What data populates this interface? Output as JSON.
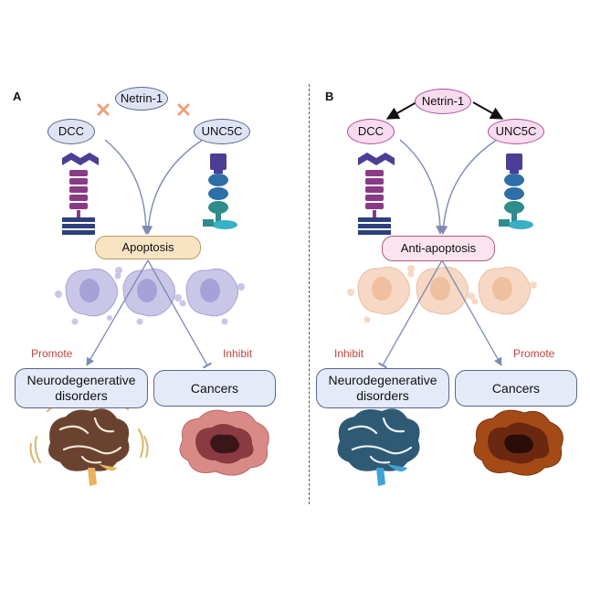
{
  "panel_a": {
    "label": "A",
    "ligand": "Netrin-1",
    "receptor_left": "DCC",
    "receptor_right": "UNC5C",
    "outcome": "Apoptosis",
    "effect_left": "Promote",
    "effect_right": "Inhibit",
    "disease_left": "Neurodegenerative disorders",
    "disease_right": "Cancers"
  },
  "panel_b": {
    "label": "B",
    "ligand": "Netrin-1",
    "receptor_left": "DCC",
    "receptor_right": "UNC5C",
    "outcome": "Anti-apoptosis",
    "effect_left": "Inhibit",
    "effect_right": "Promote",
    "disease_left": "Neurodegenerative disorders",
    "disease_right": "Cancers"
  },
  "colors": {
    "blocked_mark": "#f0a07a",
    "cells_a": "#c9c6e8",
    "cells_b": "#f6d8c4",
    "brain_a": "#6a4330",
    "tumor_a": "#d98a86",
    "brain_b": "#2f5a74",
    "tumor_b": "#a44a17"
  }
}
